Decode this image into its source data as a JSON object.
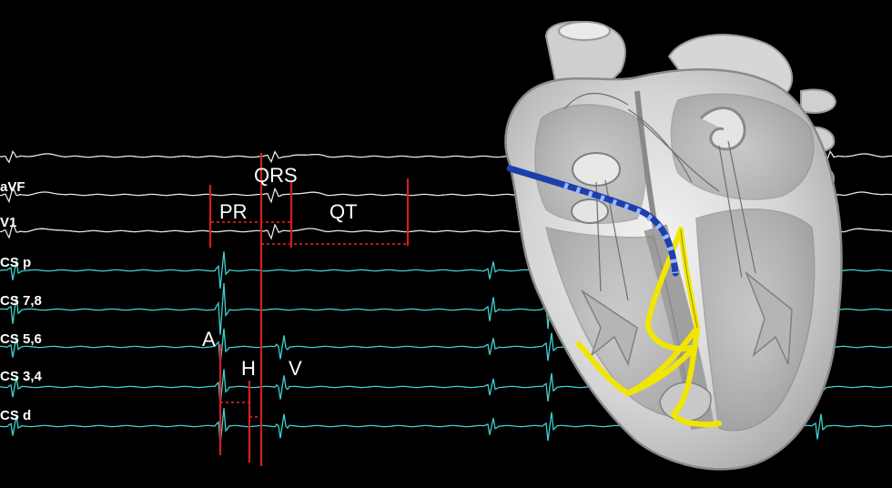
{
  "leads": [
    {
      "id": "lead-ii",
      "label": "",
      "kind": "surface"
    },
    {
      "id": "lead-avf",
      "label": "aVF",
      "kind": "surface"
    },
    {
      "id": "lead-v1",
      "label": "V1",
      "kind": "surface"
    },
    {
      "id": "lead-cs-p",
      "label": "CS p",
      "kind": "intracardiac"
    },
    {
      "id": "lead-cs-78",
      "label": "CS 7,8",
      "kind": "intracardiac"
    },
    {
      "id": "lead-cs-56",
      "label": "CS 5,6",
      "kind": "intracardiac"
    },
    {
      "id": "lead-cs-34",
      "label": "CS 3,4",
      "kind": "intracardiac"
    },
    {
      "id": "lead-cs-d",
      "label": "CS d",
      "kind": "intracardiac"
    }
  ],
  "annotations": {
    "qrs": "QRS",
    "pr": "PR",
    "qt": "QT",
    "a": "A",
    "h": "H",
    "v": "V"
  },
  "colors": {
    "background": "#000000",
    "surface_trace": "#e6e6e6",
    "intracardiac_trace": "#3fd0d0",
    "interval_marker": "#d41f1f",
    "catheter": "#1d3fae",
    "conduction_system": "#f2e600",
    "heart_fill": "#d9d9d9",
    "heart_shadow": "#9a9a9a"
  }
}
